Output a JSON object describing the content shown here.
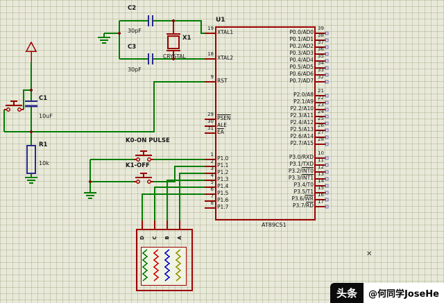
{
  "ic": {
    "ref": "U1",
    "value": "AT89C51",
    "left_pins": [
      {
        "name": "XTAL1",
        "num": "19"
      },
      {
        "name": "XTAL2",
        "num": "18"
      },
      {
        "name": "RST",
        "num": "9"
      },
      {
        "name": "PSEN",
        "num": "29",
        "ov": true
      },
      {
        "name": "ALE",
        "num": "30"
      },
      {
        "name": "EA",
        "num": "31",
        "ov": true
      },
      {
        "name": "P1.0",
        "num": "1"
      },
      {
        "name": "P1.1",
        "num": "2"
      },
      {
        "name": "P1.2",
        "num": "3"
      },
      {
        "name": "P1.3",
        "num": "4"
      },
      {
        "name": "P1.4",
        "num": "5"
      },
      {
        "name": "P1.5",
        "num": "6"
      },
      {
        "name": "P1.6",
        "num": "7"
      },
      {
        "name": "P1.7",
        "num": "8"
      }
    ],
    "right_pins": [
      {
        "name": "P0.0/AD0",
        "num": "39"
      },
      {
        "name": "P0.1/AD1",
        "num": "38"
      },
      {
        "name": "P0.2/AD2",
        "num": "37"
      },
      {
        "name": "P0.3/AD3",
        "num": "36"
      },
      {
        "name": "P0.4/AD4",
        "num": "35"
      },
      {
        "name": "P0.5/AD5",
        "num": "34"
      },
      {
        "name": "P0.6/AD6",
        "num": "33"
      },
      {
        "name": "P0.7/AD7",
        "num": "32"
      },
      {
        "name": "P2.0/A8",
        "num": "21"
      },
      {
        "name": "P2.1/A9",
        "num": "22"
      },
      {
        "name": "P2.2/A10",
        "num": "23"
      },
      {
        "name": "P2.3/A11",
        "num": "24"
      },
      {
        "name": "P2.4/A12",
        "num": "25"
      },
      {
        "name": "P2.5/A13",
        "num": "26"
      },
      {
        "name": "P2.6/A14",
        "num": "27"
      },
      {
        "name": "P2.7/A15",
        "num": "28"
      },
      {
        "name": "P3.0/RXD",
        "num": "10"
      },
      {
        "name": "P3.1/TXD",
        "num": "11"
      },
      {
        "name": "P3.2/INT0",
        "num": "12",
        "ovpart": "INT0"
      },
      {
        "name": "P3.3/INT1",
        "num": "13",
        "ovpart": "INT1"
      },
      {
        "name": "P3.4/T0",
        "num": "14"
      },
      {
        "name": "P3.5/T1",
        "num": "15"
      },
      {
        "name": "P3.6/WR",
        "num": "16",
        "ovpart": "WR"
      },
      {
        "name": "P3.7/RD",
        "num": "17",
        "ovpart": "RD"
      }
    ]
  },
  "components": {
    "c2": {
      "ref": "C2",
      "value": "30pF"
    },
    "c3": {
      "ref": "C3",
      "value": "30pF"
    },
    "x1": {
      "ref": "X1",
      "value": "CRYSTAL"
    },
    "c1": {
      "ref": "C1",
      "value": "10uF"
    },
    "r1": {
      "ref": "R1",
      "value": "10k"
    },
    "k0": {
      "label": "K0-ON PULSE"
    },
    "k1": {
      "label": "K1-OFF"
    },
    "motor": {
      "phase_labels": [
        "D",
        "C",
        "B",
        "A"
      ]
    }
  },
  "colors": {
    "wire": "#007c00",
    "device": "#9a0000",
    "passive": "#28288c",
    "junction": "#7a0000",
    "pin_end_square": "#6b6bc0",
    "grid_bg": "#e9e9da",
    "phase_colors": [
      "#007a00",
      "#cc0000",
      "#0000cc",
      "#8f8f00"
    ]
  },
  "watermark": {
    "badge": "头条",
    "handle": "@何同学JoseHe"
  },
  "cursor_marker": "✕"
}
